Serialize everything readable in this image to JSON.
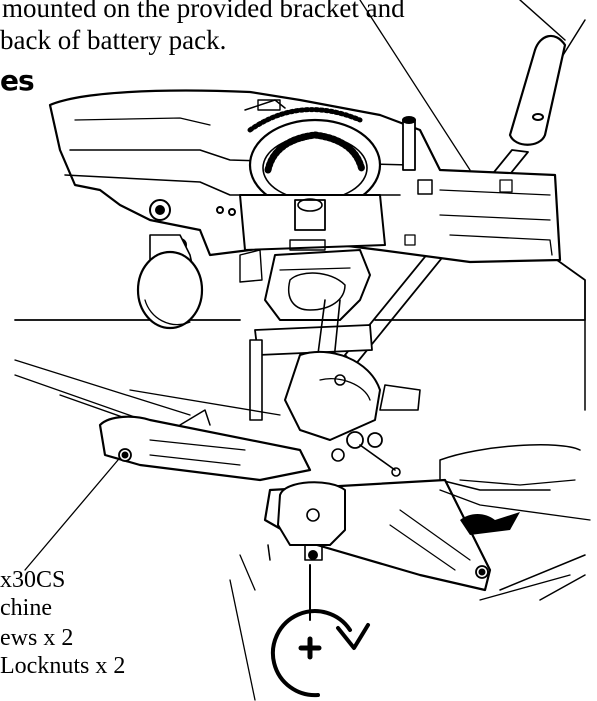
{
  "caption_top": {
    "line1": "mounted on the provided bracket and",
    "line2": "back of battery pack."
  },
  "section_heading": "es",
  "parts_label": {
    "line1": "x30CS",
    "line2": "chine",
    "line3": "ews x 2",
    "line4": "Locknuts x 2"
  },
  "icons": {
    "rotation": "clockwise-rotation-icon",
    "plus": "plus-icon"
  },
  "colors": {
    "ink": "#000000",
    "paper": "#ffffff"
  }
}
